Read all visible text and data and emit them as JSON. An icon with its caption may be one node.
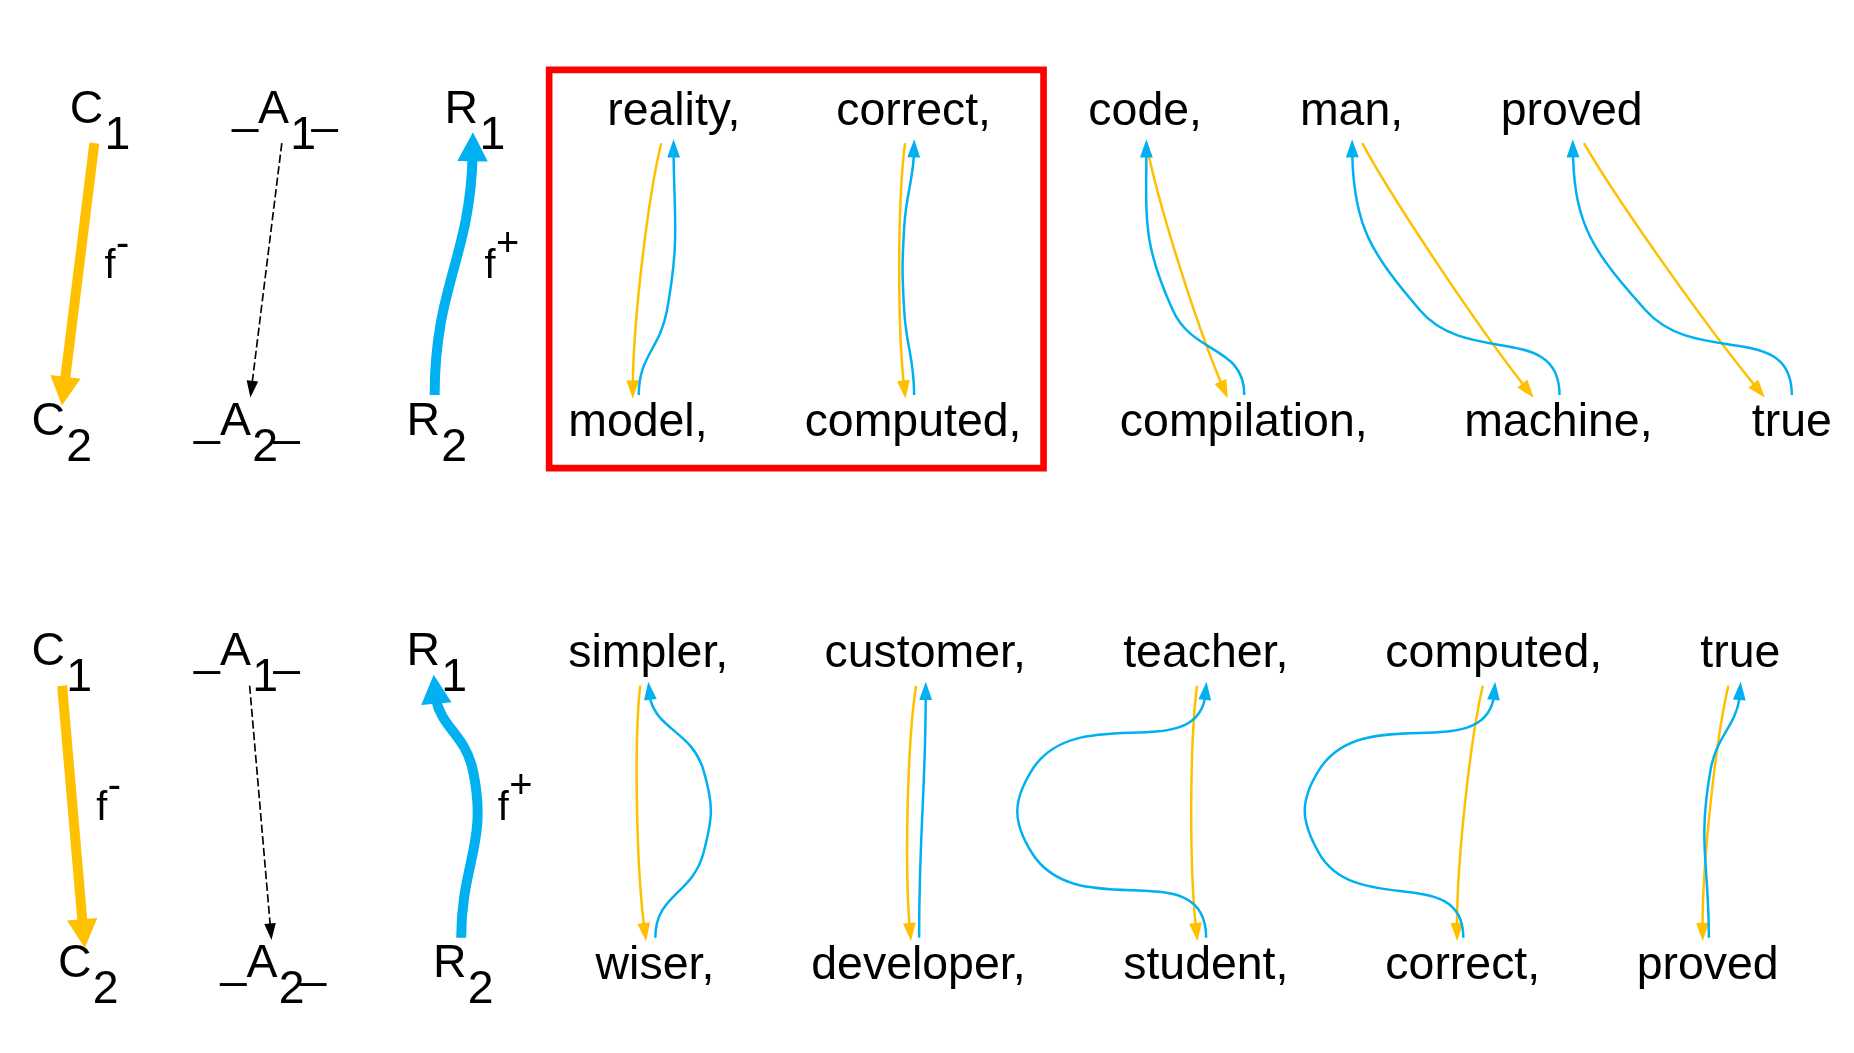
{
  "diagram": {
    "nodes": [
      {
        "text": [
          "C$_{1}$"
        ]
      },
      {
        "text": [
          "_A$_{1}$_"
        ]
      },
      {
        "text": [
          "R$_{1}$"
        ]
      },
      {
        "text": [],
        "shape": "box"
      },
      {
        "text": [
          "reality,"
        ],
        "in": 3
      },
      {
        "text": [
          "correct,"
        ],
        "in": 3
      },
      {
        "text": [
          "code,"
        ]
      },
      {
        "text": [
          "man,"
        ]
      },
      {
        "text": [
          "proved"
        ]
      },
      {
        "text": [
          "C$_{2}$"
        ]
      },
      {
        "text": [
          "_A$_{2}$_"
        ]
      },
      {
        "text": [
          "R$_{2}$"
        ]
      },
      {
        "text": [
          "model,"
        ],
        "in": 3
      },
      {
        "text": [
          "computed,"
        ],
        "in": 3
      },
      {
        "text": [
          "compilation,"
        ]
      },
      {
        "text": [
          "machine,"
        ]
      },
      {
        "text": [
          "true"
        ]
      },
      {
        "text": [
          "C$_{1}$"
        ]
      },
      {
        "text": [
          "_A$_{1}$_"
        ]
      },
      {
        "text": [
          "R$_{1}$"
        ]
      },
      {
        "text": [
          "simpler,"
        ]
      },
      {
        "text": [
          "customer,"
        ]
      },
      {
        "text": [
          "teacher,"
        ]
      },
      {
        "text": [
          "computed,"
        ]
      },
      {
        "text": [
          "true"
        ]
      },
      {
        "text": [
          "C$_{2}$"
        ]
      },
      {
        "text": [
          "_A$_{2}$_"
        ]
      },
      {
        "text": [
          "R$_{2}$"
        ]
      },
      {
        "text": [
          "wiser,"
        ]
      },
      {
        "text": [
          "developer,"
        ]
      },
      {
        "text": [
          "student,"
        ]
      },
      {
        "text": [
          "correct,"
        ]
      },
      {
        "text": [
          "proved"
        ]
      }
    ],
    "edges": [
      {
        "from": 0,
        "to": 9,
        "arrow": "to",
        "label": "f$^{-}$",
        "style": "thick",
        "color": "#ffc000"
      },
      {
        "from": 1,
        "to": 10,
        "arrow": "to",
        "style": "dashed",
        "color": "#000000"
      },
      {
        "from": 11,
        "to": 2,
        "arrow": "to",
        "label": "f$^{+}$",
        "style": "thick",
        "color": "#00b0f0"
      },
      {
        "from": 4,
        "to": 12,
        "arrow": "to",
        "color": "#ffc000"
      },
      {
        "from": 12,
        "to": 4,
        "arrow": "to",
        "color": "#00b0f0"
      },
      {
        "from": 5,
        "to": 13,
        "arrow": "to",
        "color": "#ffc000"
      },
      {
        "from": 13,
        "to": 5,
        "arrow": "to",
        "color": "#00b0f0"
      },
      {
        "from": 6,
        "to": 14,
        "arrow": "to",
        "color": "#ffc000"
      },
      {
        "from": 14,
        "to": 6,
        "arrow": "to",
        "color": "#00b0f0"
      },
      {
        "from": 7,
        "to": 15,
        "arrow": "to",
        "color": "#ffc000"
      },
      {
        "from": 15,
        "to": 7,
        "arrow": "to",
        "color": "#00b0f0"
      },
      {
        "from": 8,
        "to": 16,
        "arrow": "to",
        "color": "#ffc000"
      },
      {
        "from": 16,
        "to": 8,
        "arrow": "to",
        "color": "#00b0f0"
      },
      {
        "from": 17,
        "to": 25,
        "arrow": "to",
        "label": "f$^{-}$",
        "style": "thick",
        "color": "#ffc000"
      },
      {
        "from": 18,
        "to": 26,
        "arrow": "to",
        "style": "dashed",
        "color": "#000000"
      },
      {
        "from": 27,
        "to": 19,
        "arrow": "to",
        "label": "f$^{+}$",
        "style": "thick",
        "color": "#00b0f0"
      },
      {
        "from": 20,
        "to": 28,
        "arrow": "to",
        "color": "#ffc000"
      },
      {
        "from": 28,
        "to": 20,
        "arrow": "to",
        "color": "#00b0f0"
      },
      {
        "from": 21,
        "to": 29,
        "arrow": "to",
        "color": "#ffc000"
      },
      {
        "from": 29,
        "to": 21,
        "arrow": "to",
        "color": "#00b0f0"
      },
      {
        "from": 22,
        "to": 30,
        "arrow": "to",
        "color": "#ffc000"
      },
      {
        "from": 30,
        "to": 22,
        "arrow": "to",
        "color": "#00b0f0"
      },
      {
        "from": 23,
        "to": 31,
        "arrow": "to",
        "color": "#ffc000"
      },
      {
        "from": 31,
        "to": 23,
        "arrow": "to",
        "color": "#00b0f0"
      },
      {
        "from": 24,
        "to": 32,
        "arrow": "to",
        "color": "#ffc000"
      },
      {
        "from": 32,
        "to": 24,
        "arrow": "to",
        "color": "#00b0f0"
      }
    ]
  }
}
